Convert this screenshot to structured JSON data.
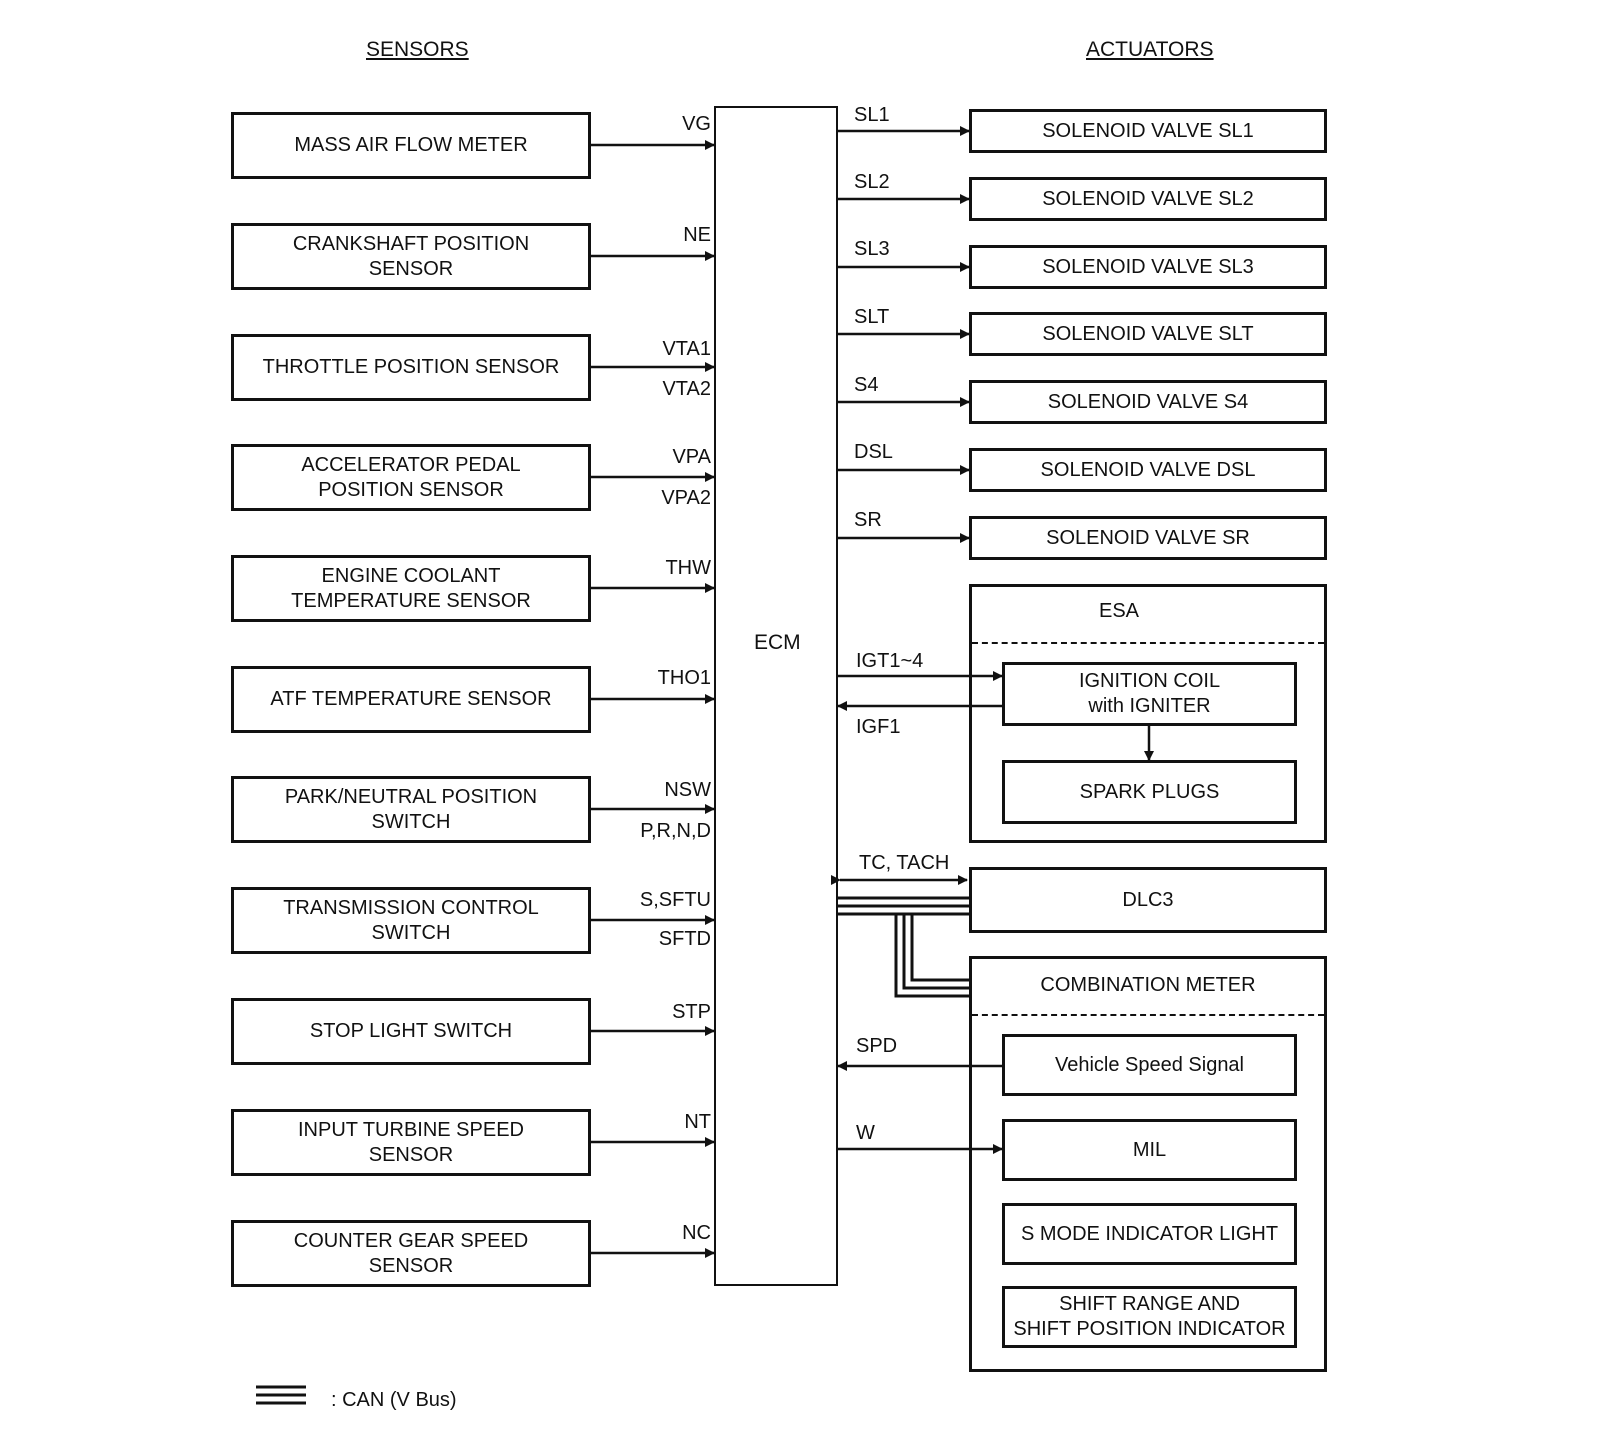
{
  "headers": {
    "sensors": "SENSORS",
    "actuators": "ACTUATORS"
  },
  "ecm": "ECM",
  "sensors": [
    {
      "label": "MASS AIR FLOW METER",
      "sig_top": "VG",
      "sig_bottom": ""
    },
    {
      "label": "CRANKSHAFT POSITION\nSENSOR",
      "sig_top": "NE",
      "sig_bottom": ""
    },
    {
      "label": "THROTTLE POSITION SENSOR",
      "sig_top": "VTA1",
      "sig_bottom": "VTA2"
    },
    {
      "label": "ACCELERATOR PEDAL\nPOSITION SENSOR",
      "sig_top": "VPA",
      "sig_bottom": "VPA2"
    },
    {
      "label": "ENGINE COOLANT\nTEMPERATURE SENSOR",
      "sig_top": "THW",
      "sig_bottom": ""
    },
    {
      "label": "ATF TEMPERATURE SENSOR",
      "sig_top": "THO1",
      "sig_bottom": ""
    },
    {
      "label": "PARK/NEUTRAL POSITION\nSWITCH",
      "sig_top": "NSW",
      "sig_bottom": "P,R,N,D"
    },
    {
      "label": "TRANSMISSION CONTROL\nSWITCH",
      "sig_top": "S,SFTU",
      "sig_bottom": "SFTD"
    },
    {
      "label": "STOP LIGHT SWITCH",
      "sig_top": "STP",
      "sig_bottom": ""
    },
    {
      "label": "INPUT TURBINE SPEED\nSENSOR",
      "sig_top": "NT",
      "sig_bottom": ""
    },
    {
      "label": "COUNTER GEAR SPEED\nSENSOR",
      "sig_top": "NC",
      "sig_bottom": ""
    }
  ],
  "solenoids": [
    {
      "label": "SOLENOID VALVE SL1",
      "sig": "SL1"
    },
    {
      "label": "SOLENOID VALVE SL2",
      "sig": "SL2"
    },
    {
      "label": "SOLENOID VALVE SL3",
      "sig": "SL3"
    },
    {
      "label": "SOLENOID VALVE SLT",
      "sig": "SLT"
    },
    {
      "label": "SOLENOID VALVE S4",
      "sig": "S4"
    },
    {
      "label": "SOLENOID VALVE DSL",
      "sig": "DSL"
    },
    {
      "label": "SOLENOID VALVE SR",
      "sig": "SR"
    }
  ],
  "esa": {
    "title": "ESA",
    "ignition_coil": "IGNITION COIL\nwith IGNITER",
    "spark_plugs": "SPARK PLUGS",
    "sig_out": "IGT1~4",
    "sig_in": "IGF1"
  },
  "dlc3": {
    "label": "DLC3",
    "sig": "TC, TACH"
  },
  "meter": {
    "title": "COMBINATION METER",
    "speed": "Vehicle Speed Signal",
    "mil": "MIL",
    "s_mode": "S MODE INDICATOR LIGHT",
    "shift": "SHIFT RANGE AND\nSHIFT POSITION INDICATOR",
    "sig_spd": "SPD",
    "sig_w": "W"
  },
  "legend": ": CAN (V Bus)"
}
